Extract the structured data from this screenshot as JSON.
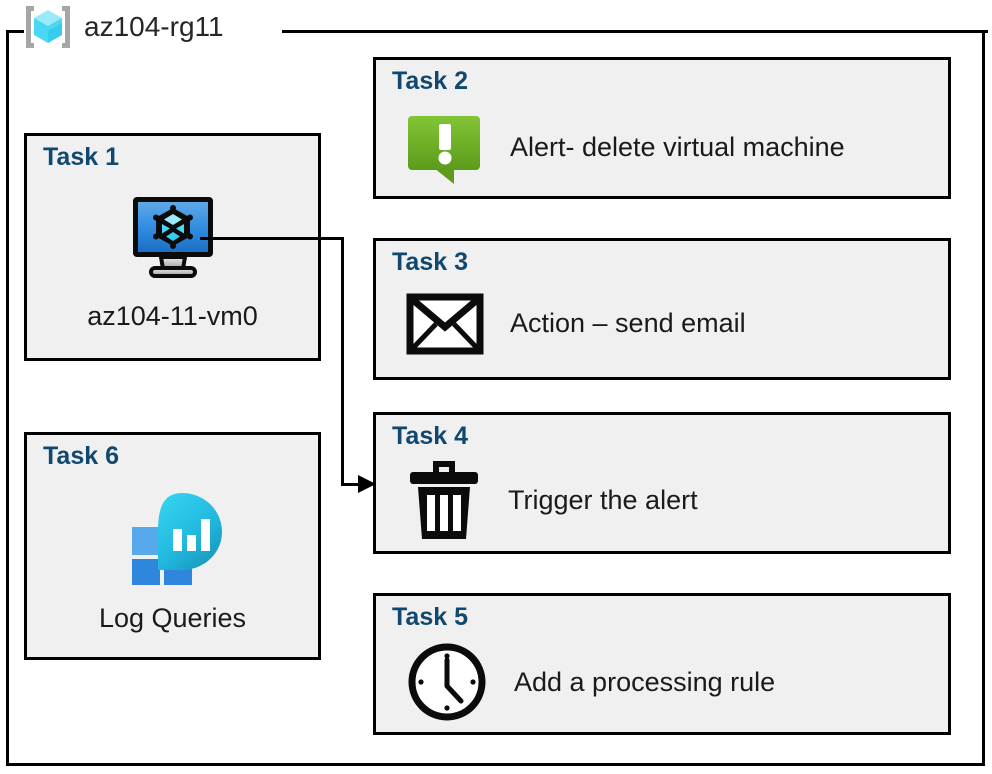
{
  "resource_group": {
    "icon": "azure-resource-group-icon",
    "label": "az104-rg11"
  },
  "cards": [
    {
      "id": "task-1",
      "title": "Task 1",
      "icon": "virtual-machine-icon",
      "text": "az104-11-vm0",
      "layout": "vertical"
    },
    {
      "id": "task-2",
      "title": "Task 2",
      "icon": "alert-exclamation-icon",
      "text": "Alert- delete virtual machine",
      "layout": "horizontal"
    },
    {
      "id": "task-3",
      "title": "Task 3",
      "icon": "envelope-icon",
      "text": "Action – send email",
      "layout": "horizontal"
    },
    {
      "id": "task-4",
      "title": "Task 4",
      "icon": "trash-can-icon",
      "text": "Trigger the alert",
      "layout": "horizontal"
    },
    {
      "id": "task-5",
      "title": "Task 5",
      "icon": "clock-icon",
      "text": "Add a processing rule",
      "layout": "horizontal"
    },
    {
      "id": "task-6",
      "title": "Task 6",
      "icon": "log-analytics-icon",
      "text": "Log Queries",
      "layout": "vertical"
    }
  ],
  "connector": {
    "from": "task-1",
    "to": "task-4",
    "arrow": "arrowhead-right"
  },
  "colors": {
    "title_blue": "#11486F",
    "card_fill": "#F0F0F0",
    "stroke": "#000000",
    "alert_green": "#7AB929",
    "vm_blue": "#2E8BE0",
    "log_cyan": "#27C3E6",
    "log_blue": "#3390DE",
    "rg_cube_cyan": "#7DE4F7"
  }
}
